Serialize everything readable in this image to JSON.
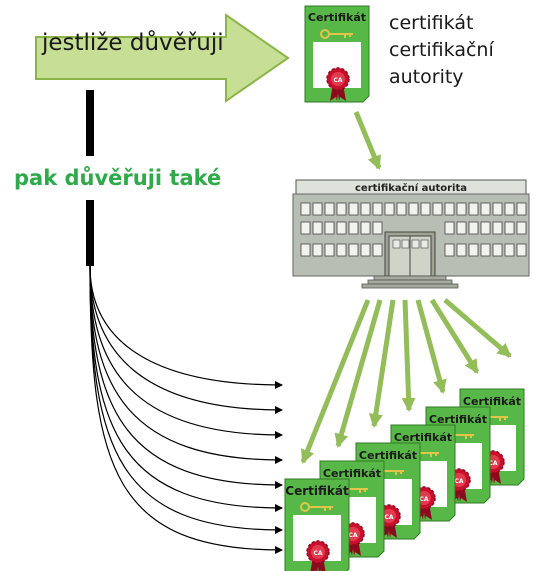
{
  "trust_arrow": {
    "label": "jestliže důvěřuji"
  },
  "trust_also": "pak důvěřuji také",
  "ca_description": [
    "certifikát",
    "certifikační",
    "autority"
  ],
  "building": {
    "sign": "certifikační autorita"
  },
  "certificate": {
    "title": "Certifikát",
    "seal_text": "CA"
  },
  "colors": {
    "arrow_fill": "#c6df95",
    "arrow_stroke": "#8cb449",
    "flow_arrow": "#93bd5a",
    "certificate_fill": "#58b847",
    "accent_green": "#2eaa4a",
    "building_stone": "#b9beb4",
    "seal_red": "#c8102e"
  }
}
